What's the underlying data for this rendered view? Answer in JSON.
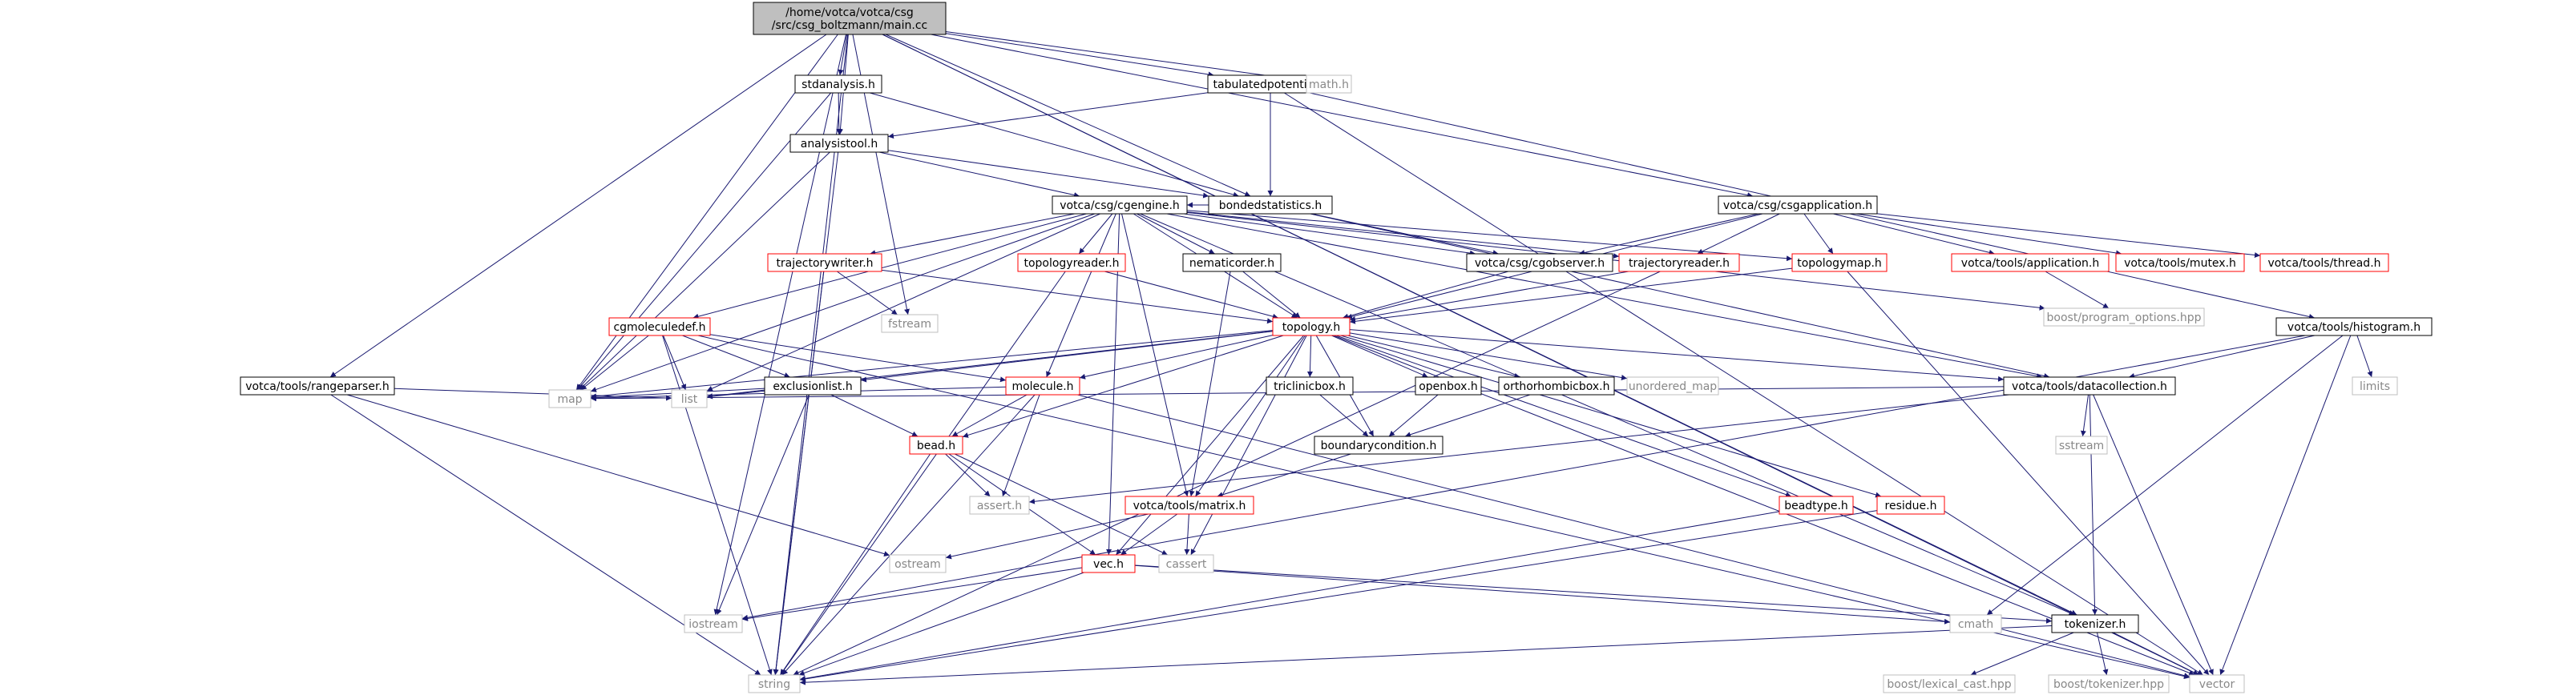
{
  "graph": {
    "colors": {
      "root_fill": "#bfbfbf",
      "node_border": "#000000",
      "link_border": "#ff0000",
      "system_border": "#bfbfbf",
      "system_text": "#888888",
      "edge": "#191970"
    },
    "nodes": [
      {
        "id": "root",
        "label": "/home/votca/votca/csg\n/src/csg_boltzmann/main.cc",
        "kind": "root"
      },
      {
        "id": "stdanalysis",
        "label": "stdanalysis.h",
        "kind": "header"
      },
      {
        "id": "tabulatedpotential",
        "label": "tabulatedpotential.h",
        "kind": "header"
      },
      {
        "id": "mathh",
        "label": "math.h",
        "kind": "system"
      },
      {
        "id": "analysistool",
        "label": "analysistool.h",
        "kind": "header"
      },
      {
        "id": "bondedstatistics",
        "label": "bondedstatistics.h",
        "kind": "header"
      },
      {
        "id": "cgengine",
        "label": "votca/csg/cgengine.h",
        "kind": "header"
      },
      {
        "id": "csgapplication",
        "label": "votca/csg/csgapplication.h",
        "kind": "header"
      },
      {
        "id": "trajectorywriter",
        "label": "trajectorywriter.h",
        "kind": "link"
      },
      {
        "id": "topologyreader",
        "label": "topologyreader.h",
        "kind": "link"
      },
      {
        "id": "nematicorder",
        "label": "nematicorder.h",
        "kind": "header"
      },
      {
        "id": "cgobserver",
        "label": "votca/csg/cgobserver.h",
        "kind": "header"
      },
      {
        "id": "trajectoryreader",
        "label": "trajectoryreader.h",
        "kind": "link"
      },
      {
        "id": "topologymap",
        "label": "topologymap.h",
        "kind": "link"
      },
      {
        "id": "application",
        "label": "votca/tools/application.h",
        "kind": "link"
      },
      {
        "id": "mutex",
        "label": "votca/tools/mutex.h",
        "kind": "link"
      },
      {
        "id": "thread",
        "label": "votca/tools/thread.h",
        "kind": "link"
      },
      {
        "id": "program_options",
        "label": "boost/program_options.hpp",
        "kind": "system"
      },
      {
        "id": "fstream",
        "label": "fstream",
        "kind": "system"
      },
      {
        "id": "topology",
        "label": "topology.h",
        "kind": "link"
      },
      {
        "id": "cgmoleculedef",
        "label": "cgmoleculedef.h",
        "kind": "link"
      },
      {
        "id": "histogram",
        "label": "votca/tools/histogram.h",
        "kind": "header"
      },
      {
        "id": "rangeparser",
        "label": "votca/tools/rangeparser.h",
        "kind": "header"
      },
      {
        "id": "exclusionlist",
        "label": "exclusionlist.h",
        "kind": "header"
      },
      {
        "id": "molecule",
        "label": "molecule.h",
        "kind": "link"
      },
      {
        "id": "triclinicbox",
        "label": "triclinicbox.h",
        "kind": "header"
      },
      {
        "id": "openbox",
        "label": "openbox.h",
        "kind": "header"
      },
      {
        "id": "orthorhombicbox",
        "label": "orthorhombicbox.h",
        "kind": "header"
      },
      {
        "id": "unordered_map",
        "label": "unordered_map",
        "kind": "system"
      },
      {
        "id": "datacollection",
        "label": "votca/tools/datacollection.h",
        "kind": "header"
      },
      {
        "id": "limits",
        "label": "limits",
        "kind": "system"
      },
      {
        "id": "map",
        "label": "map",
        "kind": "system"
      },
      {
        "id": "list",
        "label": "list",
        "kind": "system"
      },
      {
        "id": "bead",
        "label": "bead.h",
        "kind": "link"
      },
      {
        "id": "boundarycondition",
        "label": "boundarycondition.h",
        "kind": "header"
      },
      {
        "id": "sstream",
        "label": "sstream",
        "kind": "system"
      },
      {
        "id": "asserth",
        "label": "assert.h",
        "kind": "system"
      },
      {
        "id": "matrix",
        "label": "votca/tools/matrix.h",
        "kind": "link"
      },
      {
        "id": "beadtype",
        "label": "beadtype.h",
        "kind": "link"
      },
      {
        "id": "residue",
        "label": "residue.h",
        "kind": "link"
      },
      {
        "id": "ostream",
        "label": "ostream",
        "kind": "system"
      },
      {
        "id": "cassert",
        "label": "cassert",
        "kind": "system"
      },
      {
        "id": "vec",
        "label": "vec.h",
        "kind": "link"
      },
      {
        "id": "iostream",
        "label": "iostream",
        "kind": "system"
      },
      {
        "id": "cmath",
        "label": "cmath",
        "kind": "system"
      },
      {
        "id": "tokenizer",
        "label": "tokenizer.h",
        "kind": "header"
      },
      {
        "id": "string",
        "label": "string",
        "kind": "system"
      },
      {
        "id": "lexical_cast",
        "label": "boost/lexical_cast.hpp",
        "kind": "system"
      },
      {
        "id": "boost_tokenizer",
        "label": "boost/tokenizer.hpp",
        "kind": "system"
      },
      {
        "id": "vector",
        "label": "vector",
        "kind": "system"
      }
    ],
    "edges": [
      [
        "root",
        "stdanalysis"
      ],
      [
        "root",
        "tabulatedpotential"
      ],
      [
        "root",
        "mathh"
      ],
      [
        "root",
        "analysistool"
      ],
      [
        "root",
        "bondedstatistics"
      ],
      [
        "root",
        "csgapplication"
      ],
      [
        "root",
        "fstream"
      ],
      [
        "root",
        "rangeparser"
      ],
      [
        "root",
        "map"
      ],
      [
        "root",
        "iostream"
      ],
      [
        "root",
        "string"
      ],
      [
        "root",
        "tokenizer"
      ],
      [
        "root",
        "vector"
      ],
      [
        "stdanalysis",
        "analysistool"
      ],
      [
        "stdanalysis",
        "bondedstatistics"
      ],
      [
        "stdanalysis",
        "map"
      ],
      [
        "tabulatedpotential",
        "analysistool"
      ],
      [
        "tabulatedpotential",
        "bondedstatistics"
      ],
      [
        "tabulatedpotential",
        "histogram"
      ],
      [
        "tabulatedpotential",
        "vector"
      ],
      [
        "analysistool",
        "cgengine"
      ],
      [
        "analysistool",
        "bondedstatistics"
      ],
      [
        "analysistool",
        "map"
      ],
      [
        "analysistool",
        "string"
      ],
      [
        "bondedstatistics",
        "cgobserver"
      ],
      [
        "bondedstatistics",
        "cgengine"
      ],
      [
        "bondedstatistics",
        "datacollection"
      ],
      [
        "cgengine",
        "trajectorywriter"
      ],
      [
        "cgengine",
        "topologyreader"
      ],
      [
        "cgengine",
        "nematicorder"
      ],
      [
        "cgengine",
        "cgobserver"
      ],
      [
        "cgengine",
        "trajectoryreader"
      ],
      [
        "cgengine",
        "topologymap"
      ],
      [
        "cgengine",
        "program_options"
      ],
      [
        "cgengine",
        "topology"
      ],
      [
        "cgengine",
        "cgmoleculedef"
      ],
      [
        "cgengine",
        "molecule"
      ],
      [
        "cgengine",
        "map"
      ],
      [
        "cgengine",
        "list"
      ],
      [
        "cgengine",
        "matrix"
      ],
      [
        "cgengine",
        "vec"
      ],
      [
        "cgengine",
        "tokenizer"
      ],
      [
        "cgengine",
        "datacollection"
      ],
      [
        "csgapplication",
        "application"
      ],
      [
        "csgapplication",
        "mutex"
      ],
      [
        "csgapplication",
        "thread"
      ],
      [
        "csgapplication",
        "cgobserver"
      ],
      [
        "csgapplication",
        "trajectoryreader"
      ],
      [
        "csgapplication",
        "topologymap"
      ],
      [
        "csgapplication",
        "topology"
      ],
      [
        "trajectorywriter",
        "topology"
      ],
      [
        "trajectorywriter",
        "fstream"
      ],
      [
        "trajectorywriter",
        "string"
      ],
      [
        "topologyreader",
        "topology"
      ],
      [
        "topologyreader",
        "string"
      ],
      [
        "nematicorder",
        "topology"
      ],
      [
        "nematicorder",
        "matrix"
      ],
      [
        "cgobserver",
        "topology"
      ],
      [
        "trajectoryreader",
        "topology"
      ],
      [
        "trajectoryreader",
        "string"
      ],
      [
        "topologymap",
        "topology"
      ],
      [
        "topologymap",
        "vector"
      ],
      [
        "application",
        "program_options"
      ],
      [
        "topology",
        "exclusionlist"
      ],
      [
        "topology",
        "molecule"
      ],
      [
        "topology",
        "triclinicbox"
      ],
      [
        "topology",
        "openbox"
      ],
      [
        "topology",
        "orthorhombicbox"
      ],
      [
        "topology",
        "unordered_map"
      ],
      [
        "topology",
        "datacollection"
      ],
      [
        "topology",
        "boundarycondition"
      ],
      [
        "topology",
        "beadtype"
      ],
      [
        "topology",
        "residue"
      ],
      [
        "topology",
        "matrix"
      ],
      [
        "topology",
        "vec"
      ],
      [
        "topology",
        "bead"
      ],
      [
        "topology",
        "map"
      ],
      [
        "topology",
        "list"
      ],
      [
        "topology",
        "cassert"
      ],
      [
        "topology",
        "vector"
      ],
      [
        "cgmoleculedef",
        "exclusionlist"
      ],
      [
        "cgmoleculedef",
        "molecule"
      ],
      [
        "cgmoleculedef",
        "map"
      ],
      [
        "cgmoleculedef",
        "list"
      ],
      [
        "cgmoleculedef",
        "string"
      ],
      [
        "cgmoleculedef",
        "vector"
      ],
      [
        "histogram",
        "datacollection"
      ],
      [
        "histogram",
        "limits"
      ],
      [
        "histogram",
        "cmath"
      ],
      [
        "histogram",
        "iostream"
      ],
      [
        "histogram",
        "vector"
      ],
      [
        "rangeparser",
        "list"
      ],
      [
        "rangeparser",
        "string"
      ],
      [
        "rangeparser",
        "ostream"
      ],
      [
        "exclusionlist",
        "map"
      ],
      [
        "exclusionlist",
        "list"
      ],
      [
        "exclusionlist",
        "bead"
      ],
      [
        "exclusionlist",
        "iostream"
      ],
      [
        "molecule",
        "bead"
      ],
      [
        "molecule",
        "map"
      ],
      [
        "molecule",
        "string"
      ],
      [
        "molecule",
        "vector"
      ],
      [
        "molecule",
        "asserth"
      ],
      [
        "triclinicbox",
        "boundarycondition"
      ],
      [
        "openbox",
        "boundarycondition"
      ],
      [
        "orthorhombicbox",
        "boundarycondition"
      ],
      [
        "boundarycondition",
        "matrix"
      ],
      [
        "datacollection",
        "map"
      ],
      [
        "datacollection",
        "sstream"
      ],
      [
        "datacollection",
        "tokenizer"
      ],
      [
        "datacollection",
        "vector"
      ],
      [
        "datacollection",
        "asserth"
      ],
      [
        "bead",
        "asserth"
      ],
      [
        "bead",
        "string"
      ],
      [
        "bead",
        "vec"
      ],
      [
        "bead",
        "cassert"
      ],
      [
        "matrix",
        "vec"
      ],
      [
        "matrix",
        "ostream"
      ],
      [
        "matrix",
        "cassert"
      ],
      [
        "beadtype",
        "string"
      ],
      [
        "residue",
        "string"
      ],
      [
        "vec",
        "iostream"
      ],
      [
        "vec",
        "cmath"
      ],
      [
        "vec",
        "tokenizer"
      ],
      [
        "vec",
        "string"
      ],
      [
        "tokenizer",
        "lexical_cast"
      ],
      [
        "tokenizer",
        "boost_tokenizer"
      ],
      [
        "tokenizer",
        "string"
      ],
      [
        "tokenizer",
        "vector"
      ]
    ]
  }
}
